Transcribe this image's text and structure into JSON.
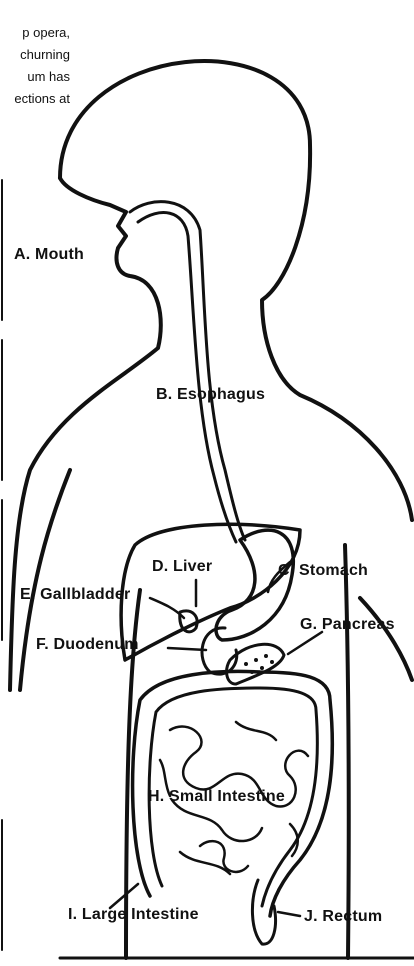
{
  "header_snippet": {
    "lines": [
      "p opera,",
      "churning",
      "um has",
      "ections at"
    ]
  },
  "labels": {
    "mouth": "A.  Mouth",
    "esophagus": "B.  Esophagus",
    "stomach": "C.  Stomach",
    "liver": "D.  Liver",
    "gallbladder": "E.  Gallbladder",
    "duodenum": "F.  Duodenum",
    "pancreas": "G.  Pancreas",
    "small_intestine": "H.  Small Intestine",
    "large_intestine": "I.  Large Intestine",
    "rectum": "J.  Rectum"
  },
  "colors": {
    "ink": "#111111",
    "paper": "#ffffff"
  }
}
